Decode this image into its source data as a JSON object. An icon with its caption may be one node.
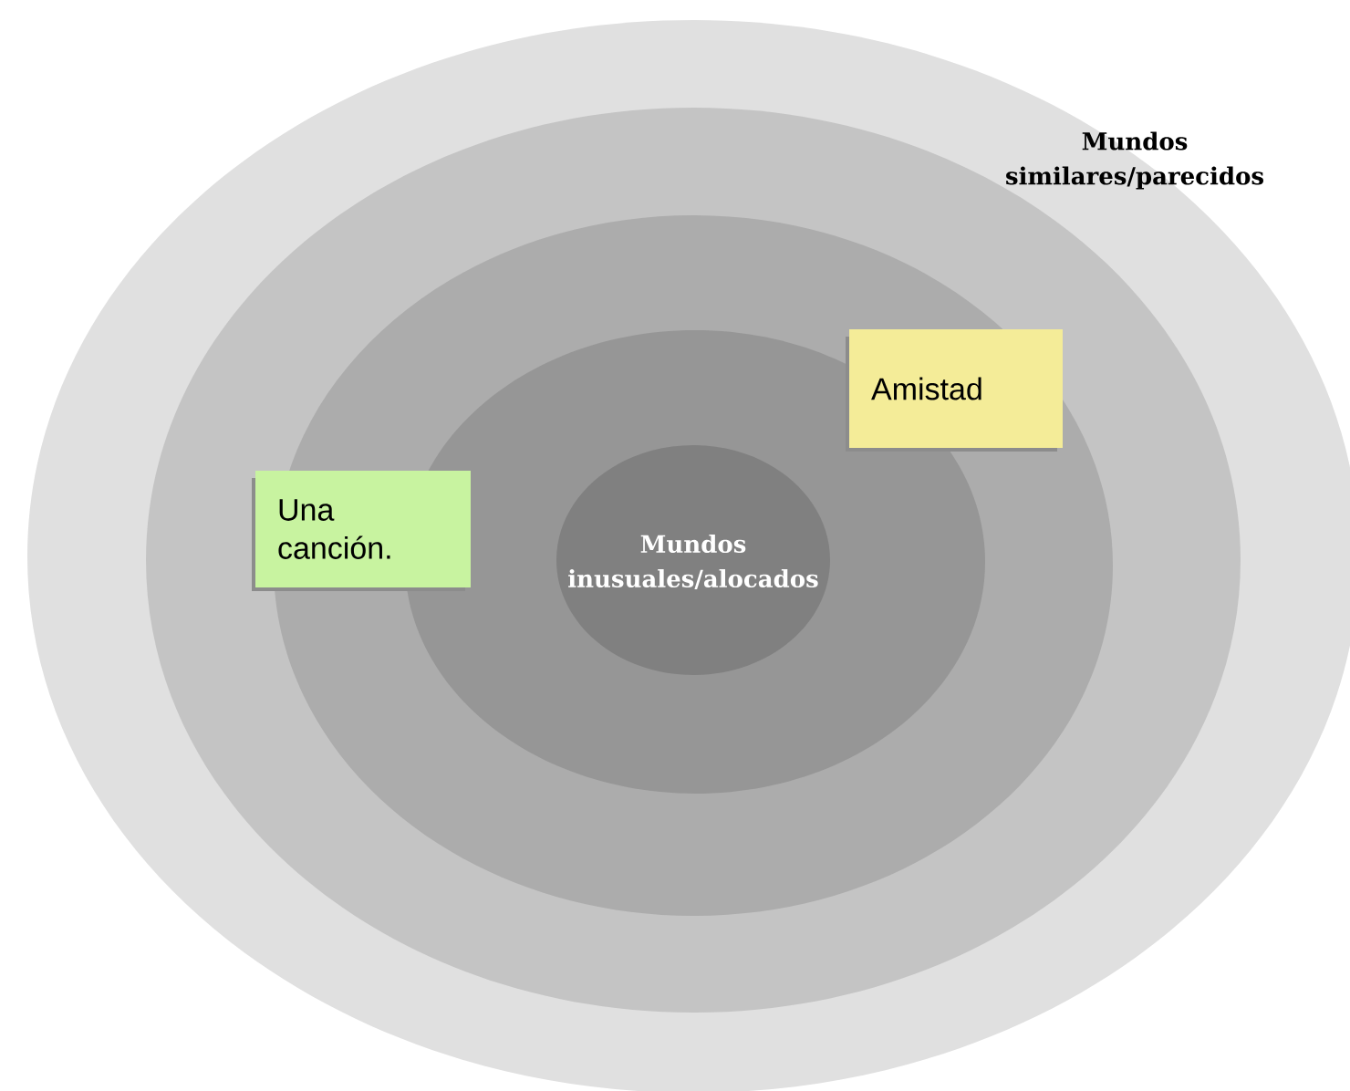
{
  "diagram": {
    "nodes": [
      {
        "text": [
          "Mundos similares/parecidos"
        ]
      },
      {
        "text": [],
        "shape": "ellipse",
        "in": 0
      },
      {
        "text": [],
        "shape": "ellipse",
        "in": 1
      },
      {
        "text": [],
        "shape": "ellipse",
        "in": 2
      },
      {
        "text": [
          "Mundos inusuales/alocados"
        ],
        "in": 3
      },
      {
        "text": [
          "Amistad"
        ],
        "in": 2
      },
      {
        "text": [
          "Una canción."
        ],
        "in": 1
      }
    ]
  }
}
